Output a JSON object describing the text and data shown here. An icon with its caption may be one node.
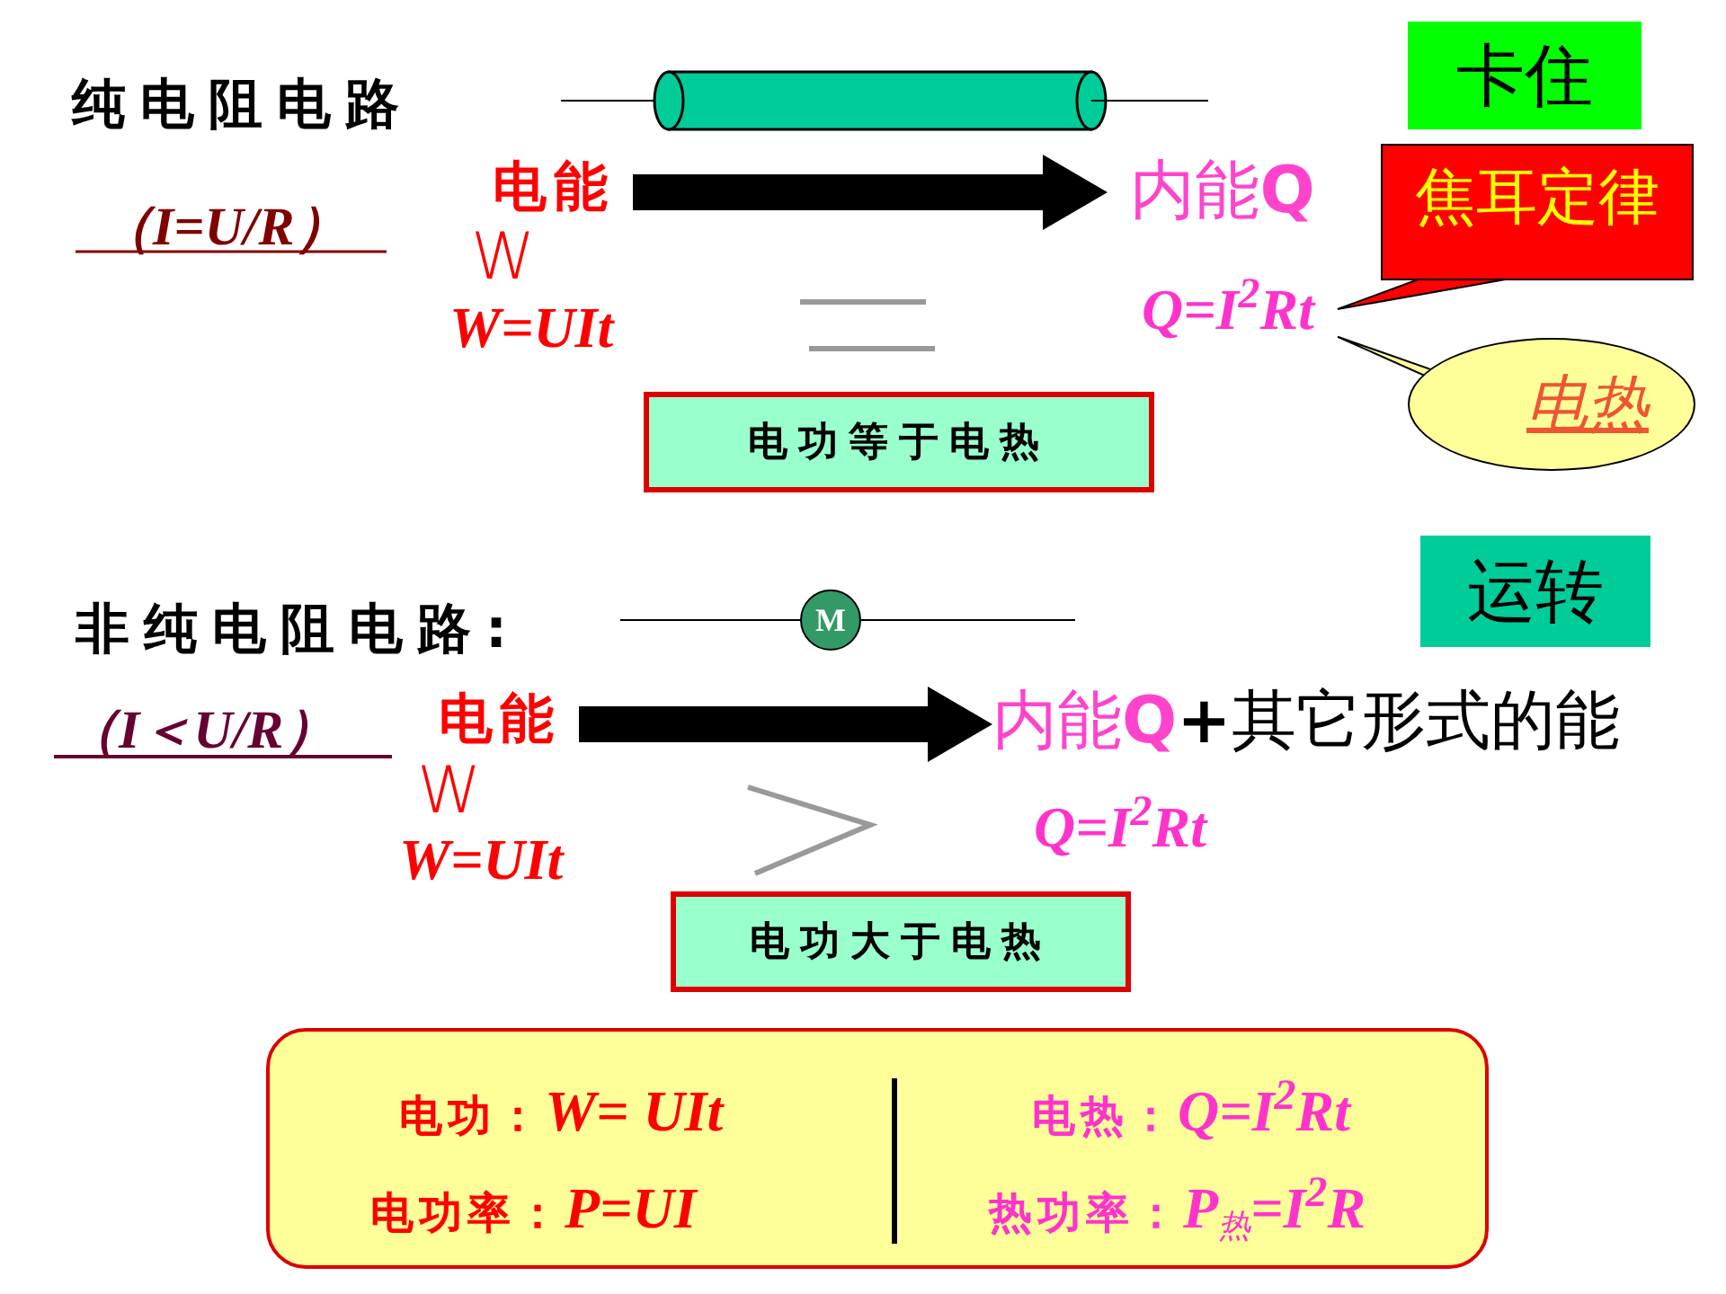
{
  "diagram": {
    "nodes": [
      {
        "text": [
          "卡住"
        ]
      },
      {
        "text": [
          "电能"
        ]
      },
      {
        "text": [
          "内能**Q**"
        ]
      },
      {
        "text": [
          "焦耳定律"
        ]
      },
      {
        "text": [
          "Q=I$^{2}$Rt"
        ]
      },
      {
        "text": [
          "电热"
        ]
      },
      {
        "text": [
          "电功**等于**电热"
        ]
      },
      {
        "text": [
          "M"
        ]
      },
      {
        "text": [
          "运转"
        ]
      },
      {
        "text": [
          "电能"
        ]
      },
      {
        "text": [
          "内能**Q**",
          "**+**其它形式的能"
        ]
      },
      {
        "text": [
          "电功**大于**电热"
        ]
      },
      {
        "text": [
          "电功：*W= UIt*",
          "电功率：*P=UI*",
          "电热：*Q=I$^{2}$Rt*",
          "热功率：*P$_{热}$=I$^{2}$R*"
        ]
      }
    ],
    "edges": [
      {
        "from": 1,
        "to": 2,
        "arrow": "to"
      },
      {
        "from": 9,
        "to": 10,
        "arrow": "to"
      },
      {
        "from": 3,
        "to": 4,
        "arrow": "none",
        "color": "#ff0000"
      },
      {
        "from": 5,
        "to": 4,
        "arrow": "none",
        "color": "#ffff99"
      }
    ],
    "labels": [
      "纯电阻电路",
      "（I=U/R）",
      "W",
      "W=UIt",
      "非纯电阻电路:",
      "（I＜U/R）",
      "W",
      "W=UIt",
      "Q=I$^{2}$Rt"
    ]
  }
}
